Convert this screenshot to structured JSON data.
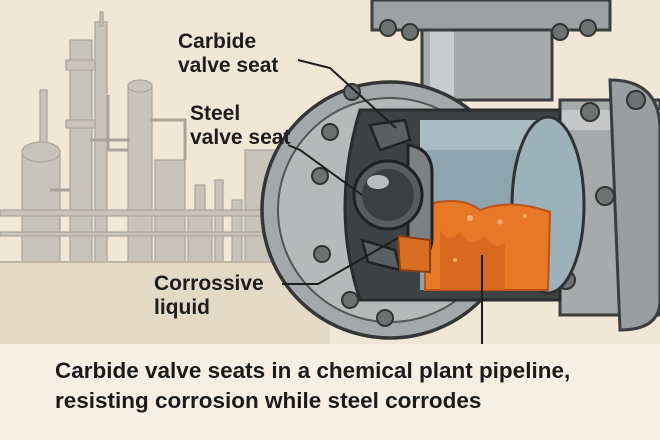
{
  "labels": {
    "carbide_line1": "Carbide",
    "carbide_line2": "valve seat",
    "steel_line1": "Steel",
    "steel_line2": "valve seat",
    "liquid_line1": "Corrossive",
    "liquid_line2": "liquid"
  },
  "caption": {
    "line1": "Carbide valve seats in a chemical plant pipeline,",
    "line2": "resisting corrosion while steel corrodes"
  },
  "colors": {
    "background": "#f1e7d6",
    "skyline": "#c8c3b8",
    "steel": "#a6a9aa",
    "corrosive_liquid": "#e87a2a",
    "valve_interior": "#8fa6b1"
  }
}
